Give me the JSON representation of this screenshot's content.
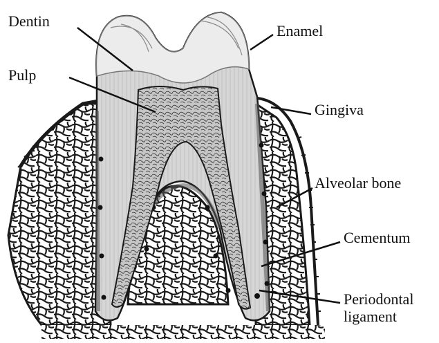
{
  "labels": {
    "dentin": "Dentin",
    "enamel": "Enamel",
    "pulp": "Pulp",
    "gingiva": "Gingiva",
    "alveolar_bone": "Alveolar bone",
    "cementum": "Cementum",
    "periodontal_line1": "Periodontal",
    "periodontal_line2": "ligament"
  },
  "colors": {
    "ink": "#111111",
    "enamel": "#e6e6e6",
    "dentin": "#d2d2d2",
    "pulp": "#bdbdbd",
    "bone_fill": "#ffffff",
    "background": "#ffffff"
  }
}
